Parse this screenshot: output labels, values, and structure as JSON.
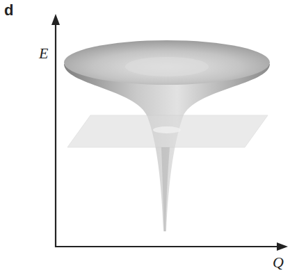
{
  "diagram": {
    "labels": [
      "d",
      "E",
      "Q"
    ]
  }
}
